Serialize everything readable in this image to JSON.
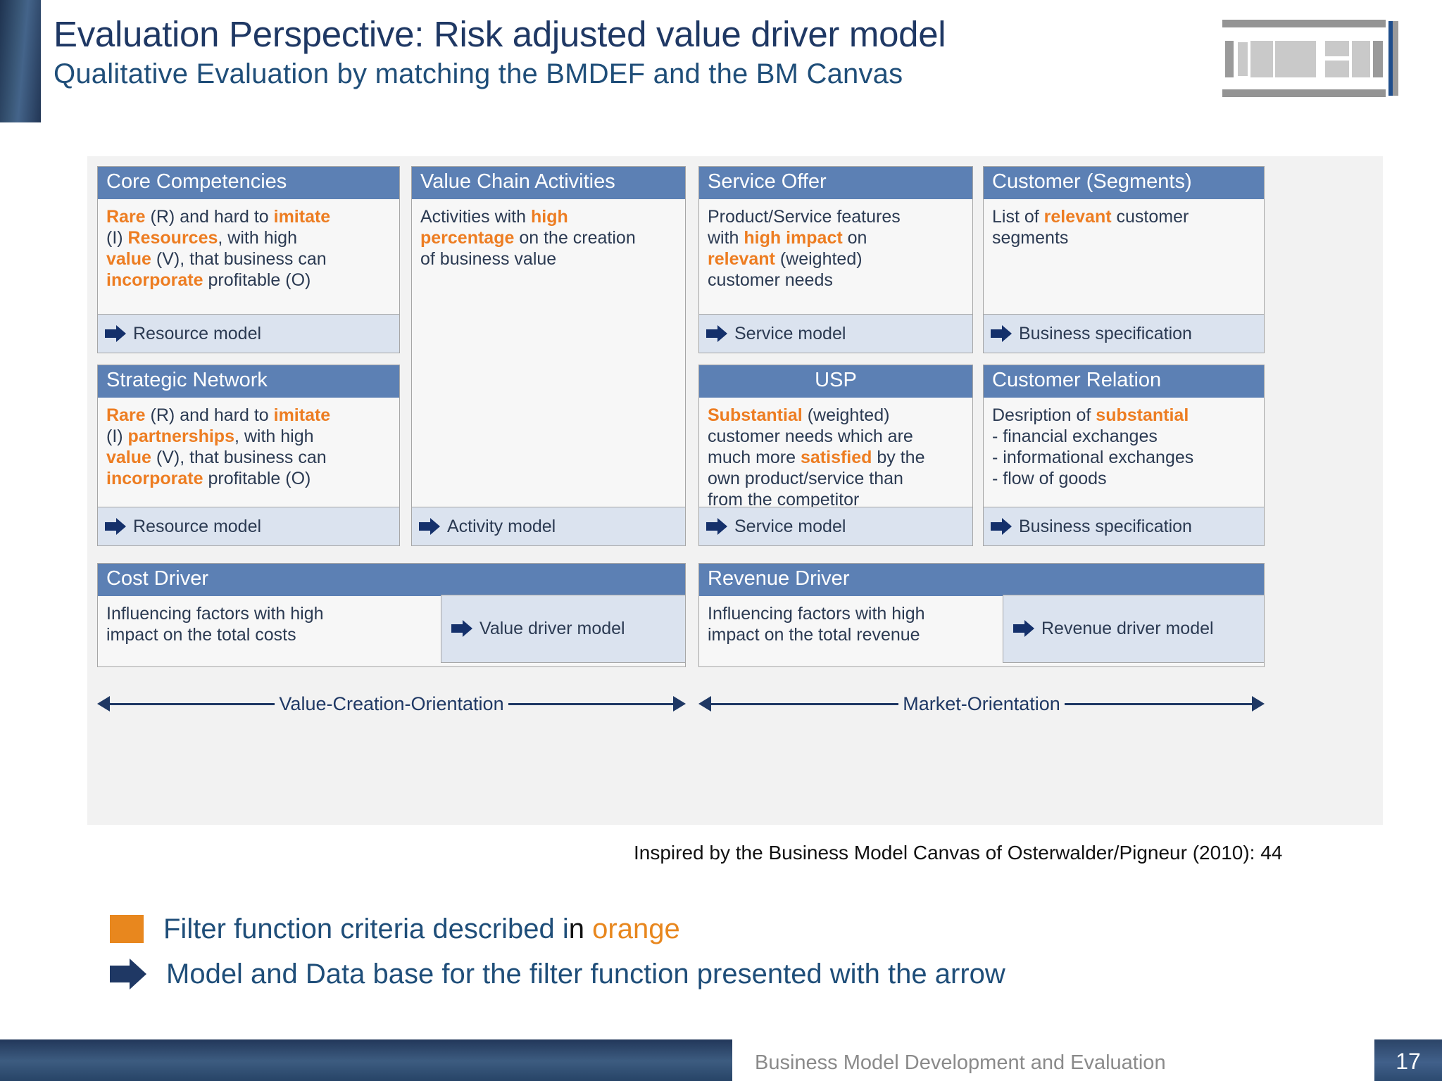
{
  "header": {
    "title": "Evaluation Perspective: Risk adjusted value driver model",
    "subtitle": "Qualitative Evaluation by matching the BMDEF and the BM Canvas",
    "logo_name": "institution-logo"
  },
  "colors": {
    "header_blue": "#1f3864",
    "box_header_blue": "#5c80b4",
    "model_strip_blue": "#dbe3ef",
    "accent_orange": "#ed7d22",
    "legend_orange": "#e8871e",
    "arrow_navy": "#1f3864",
    "panel_grey": "#f2f2f2"
  },
  "canvas": {
    "boxes": {
      "core_competencies": {
        "title": "Core Competencies",
        "body_runs": [
          {
            "t": "Rare",
            "s": "o"
          },
          {
            "t": " (R) and hard to ",
            "s": "n"
          },
          {
            "t": "imitate",
            "s": "o"
          },
          {
            "t": "\n(I)  ",
            "s": "n"
          },
          {
            "t": "Resources",
            "s": "o"
          },
          {
            "t": ", with high\n",
            "s": "n"
          },
          {
            "t": "value",
            "s": "o"
          },
          {
            "t": " (V), that business can\n ",
            "s": "n"
          },
          {
            "t": "incorporate",
            "s": "o"
          },
          {
            "t": " profitable (O)",
            "s": "n"
          }
        ],
        "model": "Resource model"
      },
      "strategic_network": {
        "title": "Strategic Network",
        "body_runs": [
          {
            "t": "Rare",
            "s": "o"
          },
          {
            "t": " (R) and hard to ",
            "s": "n"
          },
          {
            "t": "imitate",
            "s": "o"
          },
          {
            "t": "\n(I) ",
            "s": "n"
          },
          {
            "t": "partnerships",
            "s": "o"
          },
          {
            "t": ", with high\n",
            "s": "n"
          },
          {
            "t": "value",
            "s": "o"
          },
          {
            "t": " (V),  that business can\n ",
            "s": "n"
          },
          {
            "t": "incorporate",
            "s": "o"
          },
          {
            "t": " profitable (O)",
            "s": "n"
          }
        ],
        "model": "Resource model"
      },
      "value_chain_activities": {
        "title": "Value Chain Activities",
        "body_runs": [
          {
            "t": "Activities with ",
            "s": "n"
          },
          {
            "t": "high\npercentage",
            "s": "o"
          },
          {
            "t": " on the creation\nof business value",
            "s": "n"
          }
        ],
        "model": "Activity model"
      },
      "service_offer": {
        "title": "Service Offer",
        "body_runs": [
          {
            "t": "Product/Service features\nwith ",
            "s": "n"
          },
          {
            "t": "high impact",
            "s": "o"
          },
          {
            "t": " on\n",
            "s": "n"
          },
          {
            "t": "relevant",
            "s": "o"
          },
          {
            "t": " (weighted)\ncustomer needs",
            "s": "n"
          }
        ],
        "model": "Service model"
      },
      "usp": {
        "title": "USP",
        "title_align": "center",
        "body_runs": [
          {
            "t": "Substantial",
            "s": "o"
          },
          {
            "t": " (weighted)\ncustomer needs which are\nmuch more ",
            "s": "n"
          },
          {
            "t": "satisfied",
            "s": "o"
          },
          {
            "t": " by the\nown product/service than\nfrom the competitor",
            "s": "n"
          }
        ],
        "model": "Service model"
      },
      "customer_segments": {
        "title": "Customer (Segments)",
        "body_runs": [
          {
            "t": "List of ",
            "s": "n"
          },
          {
            "t": "relevant",
            "s": "o"
          },
          {
            "t": " customer\nsegments",
            "s": "n"
          }
        ],
        "model": "Business specification"
      },
      "customer_relation": {
        "title": "Customer Relation",
        "body_runs": [
          {
            "t": "Desription of ",
            "s": "n"
          },
          {
            "t": "substantial",
            "s": "o"
          },
          {
            "t": "\n- financial exchanges\n- informational exchanges\n- flow of goods",
            "s": "n"
          }
        ],
        "model": "Business specification"
      },
      "cost_driver": {
        "title": "Cost Driver",
        "body_runs": [
          {
            "t": "Influencing factors with high\n",
            "s": "n"
          },
          {
            "t": "impact",
            "s": "o"
          },
          {
            "t": " on the ",
            "s": "n"
          },
          {
            "t": "total costs",
            "s": "o"
          }
        ],
        "model": "Value driver model"
      },
      "revenue_driver": {
        "title": "Revenue Driver",
        "body_runs": [
          {
            "t": "Influencing factors with high\n",
            "s": "n"
          },
          {
            "t": "impact",
            "s": "o"
          },
          {
            "t": " on the ",
            "s": "n"
          },
          {
            "t": "total revenue",
            "s": "o"
          }
        ],
        "model": "Revenue driver model"
      }
    },
    "orientations": [
      {
        "label": "Value-Creation-Orientation"
      },
      {
        "label": "Market-Orientation"
      }
    ]
  },
  "caption": "Inspired by the Business Model Canvas of Osterwalder/Pigneur (2010): 44",
  "legend": {
    "row1": {
      "before": "Filter function criteria described i",
      "black_bit": "n",
      "orange_word": " orange"
    },
    "row2": {
      "text": "Model and Data base for the filter function presented with the arrow"
    }
  },
  "footer": {
    "label": "Business Model Development and Evaluation",
    "page": "17"
  }
}
